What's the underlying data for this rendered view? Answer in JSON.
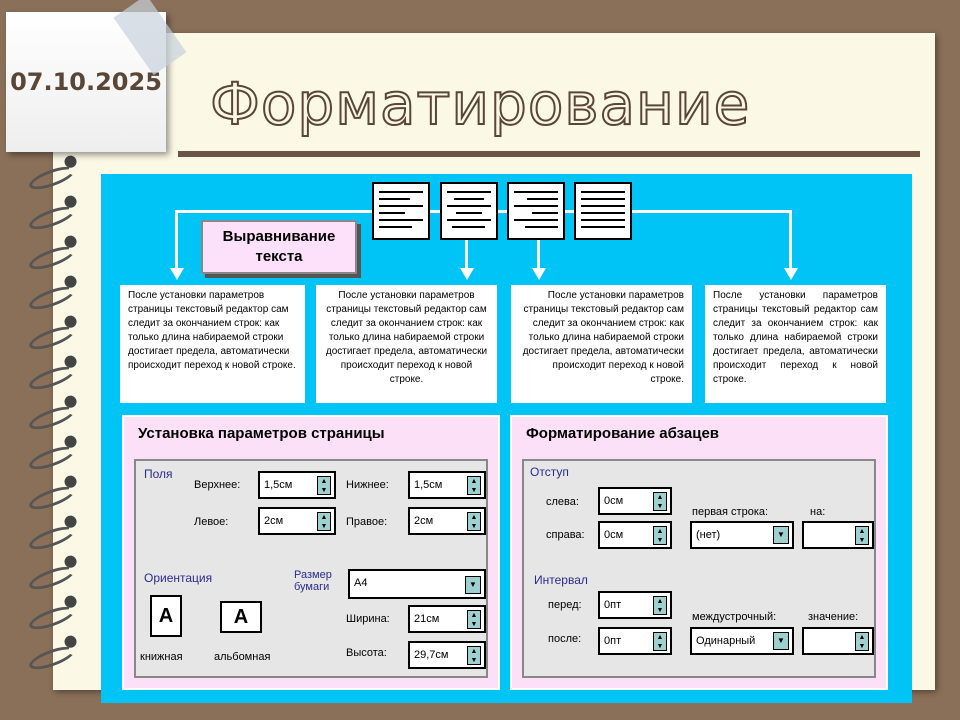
{
  "date": "07.10.2025",
  "title": "Форматирование",
  "callout": "Выравнивание текста",
  "paragraph_text": "После установки параметров страницы текстовый редактор сам следит за окончанием строк: как только длина набираемой строки достигает предела, автоматически происходит переход к новой строке.",
  "alignment_icons": [
    "align-left-icon",
    "align-center-icon",
    "align-right-icon",
    "align-justify-icon"
  ],
  "page_setup": {
    "title": "Установка параметров страницы",
    "margins_label": "Поля",
    "top_label": "Верхнее:",
    "top": "1,5см",
    "bottom_label": "Нижнее:",
    "bottom": "1,5см",
    "left_label": "Левое:",
    "left": "2см",
    "right_label": "Правое:",
    "right": "2см",
    "orientation_label": "Ориентация",
    "portrait": "книжная",
    "landscape": "альбомная",
    "paper_label": "Размер бумаги",
    "paper": "А4",
    "width_label": "Ширина:",
    "width": "21см",
    "height_label": "Высота:",
    "height": "29,7см",
    "orientation_glyph": "А"
  },
  "paragraph": {
    "title": "Форматирование абзацев",
    "indent_label": "Отступ",
    "left_label": "слева:",
    "left": "0см",
    "right_label": "справа:",
    "right": "0см",
    "first_line_label": "первая строка:",
    "first_line": "(нет)",
    "by_label": "на:",
    "by": "",
    "spacing_label": "Интервал",
    "before_label": "перед:",
    "before": "0пт",
    "after_label": "после:",
    "after": "0пт",
    "line_spacing_label": "междустрочный:",
    "line_spacing": "Одинарный",
    "value_label": "значение:",
    "value": ""
  },
  "colors": {
    "panel_bg": "#00c4f5",
    "callout": "#fde0fa",
    "accent": "#2b2b8c"
  }
}
